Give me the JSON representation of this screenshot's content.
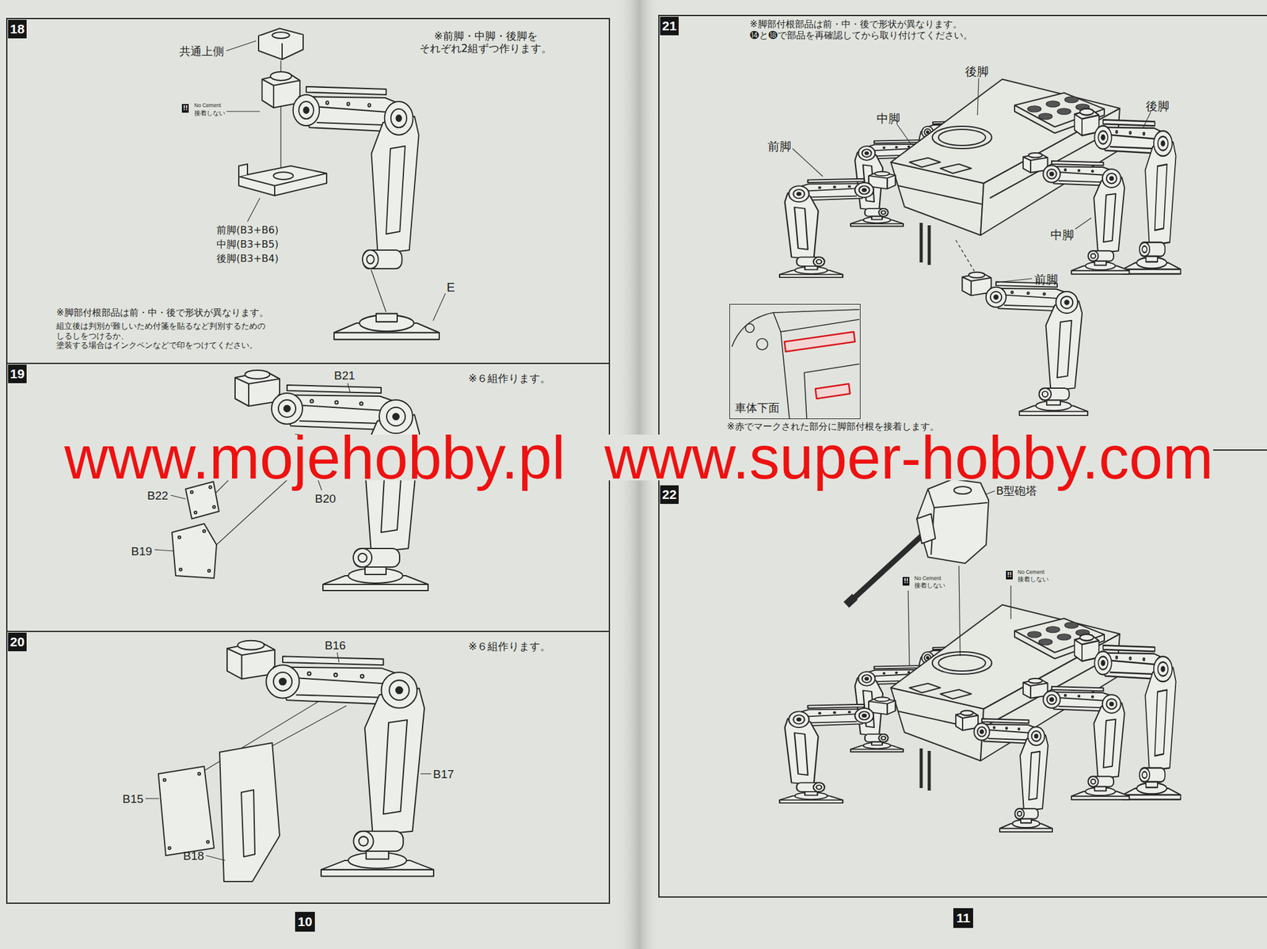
{
  "diagram": {
    "nodes": [
      {
        "text": [
          "18"
        ]
      },
      {
        "text": [
          "19"
        ]
      },
      {
        "text": [
          "20"
        ]
      },
      {
        "text": [
          "10"
        ]
      },
      {
        "text": [
          "21"
        ]
      },
      {
        "text": [
          "車体下面"
        ],
        "in": 4
      },
      {
        "text": [
          "22"
        ]
      },
      {
        "text": [
          "11"
        ]
      }
    ],
    "labels": [
      "※前脚・中脚・後脚を それぞれ2組ずつ作ります。",
      "共通上側",
      "!!",
      "No Cement",
      "接着しない",
      "前脚(B3+B6)",
      "中脚(B3+B5)",
      "後脚(B3+B4)",
      "E",
      "※脚部付根部品は前・中・後で形状が異なります。",
      "組立後は判別が難しいため付箋を貼るなど判別するための しるしをつけるか、塗装する場合はインクペンなどで印をつけてください。",
      "※６組作ります。",
      "B21",
      "B22",
      "B20",
      "B19",
      "※６組作ります。",
      "B16",
      "B15",
      "B17",
      "B18",
      "※脚部付根部品は前・中・後で形状が異なります。 ⓮と⓲で部品を再確認してから取り付けてください。",
      "後脚",
      "中脚",
      "後脚",
      "前脚",
      "中脚",
      "前脚",
      "※赤でマークされた部分に脚部付根を接着します。",
      "B型砲塔",
      "!!",
      "No Cement",
      "接着しない",
      "!!",
      "No Cement",
      "接着しない",
      "www.mojehobby.pl",
      "www.super-hobby.com"
    ]
  }
}
